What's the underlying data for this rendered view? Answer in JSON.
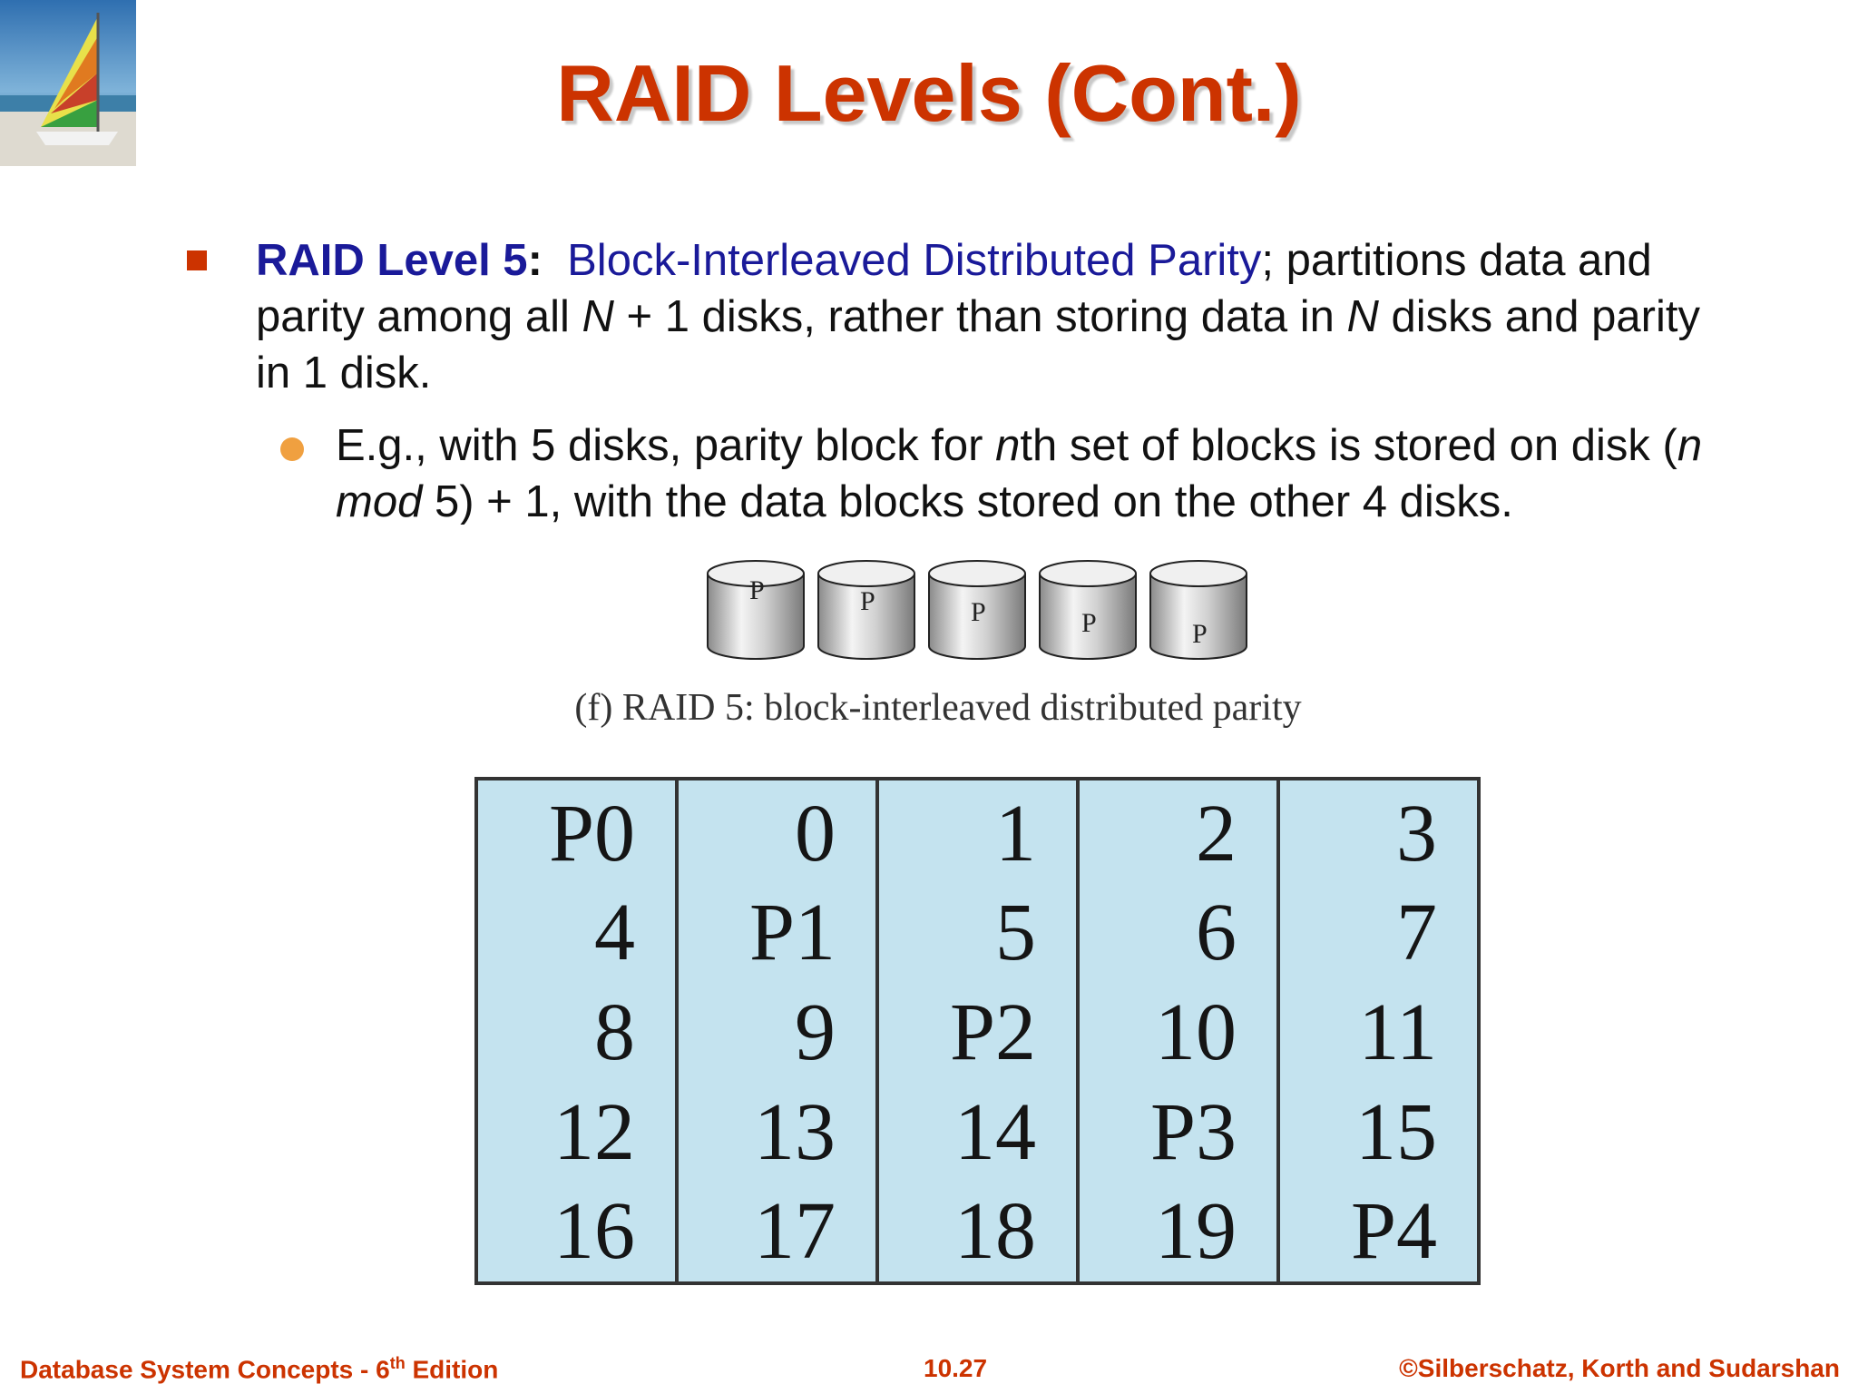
{
  "title": "RAID Levels (Cont.)",
  "bullet": {
    "term": "RAID Level 5",
    "colon": ":",
    "name": "Block-Interleaved Distributed Parity",
    "text_1": "; partitions data and parity among all ",
    "var_n1": "N",
    "text_2": " + 1 disks, rather than storing data in ",
    "var_n2": "N",
    "text_3": " disks and parity in 1 disk."
  },
  "sub_bullet": {
    "text_1": "E.g., with 5 disks, parity block for ",
    "var_n": "n",
    "text_2": "th set of blocks is stored on disk (",
    "var_expr": "n mod",
    "text_3": " 5) + 1, with the data blocks stored on the other 4 disks."
  },
  "disk_labels": [
    "P",
    "P",
    "P",
    "P",
    "P"
  ],
  "caption": "(f) RAID 5: block-interleaved distributed parity",
  "table": {
    "rows": [
      [
        "P0",
        "0",
        "1",
        "2",
        "3"
      ],
      [
        "4",
        "P1",
        "5",
        "6",
        "7"
      ],
      [
        "8",
        "9",
        "P2",
        "10",
        "11"
      ],
      [
        "12",
        "13",
        "14",
        "P3",
        "15"
      ],
      [
        "16",
        "17",
        "18",
        "19",
        "P4"
      ]
    ]
  },
  "footer": {
    "left_prefix": "Database System Concepts - 6",
    "left_sup": "th",
    "left_suffix": " Edition",
    "center": "10.27",
    "right": "©Silberschatz, Korth and Sudarshan"
  },
  "colors": {
    "title": "#cc3300",
    "term": "#1a1a99",
    "table_fill": "#c4e3ef",
    "sub_bullet": "#f0a040"
  }
}
